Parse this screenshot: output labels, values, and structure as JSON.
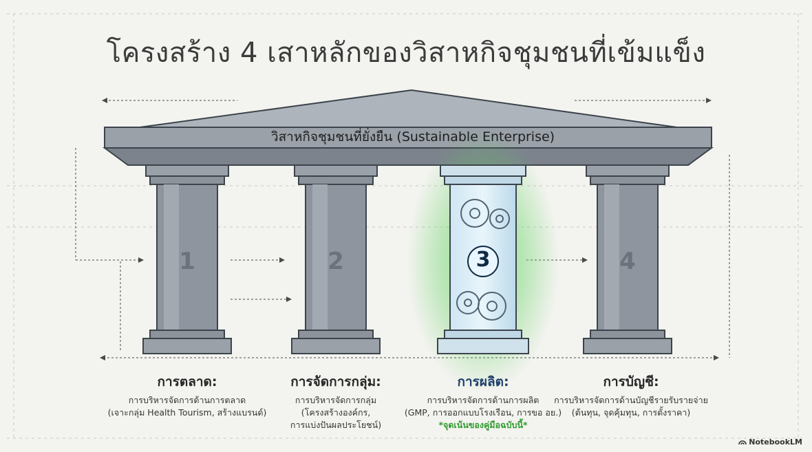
{
  "title": "โครงสร้าง 4 เสาหลักของวิสาหกิจชุมชนที่เข้มแข็ง",
  "pediment_label": "วิสาหกิจชุมชนที่ยั่งยืน (Sustainable Enterprise)",
  "pillars": [
    {
      "number": "1",
      "heading": "การตลาด:",
      "lines": [
        "การบริหารจัดการด้านการตลาด",
        "(เจาะกลุ่ม Health Tourism, สร้างแบรนด์)"
      ],
      "note": ""
    },
    {
      "number": "2",
      "heading": "การจัดการกลุ่ม:",
      "lines": [
        "การบริหารจัดการกลุ่ม",
        "(โครงสร้างองค์กร,",
        "การแบ่งปันผลประโยชน์)"
      ],
      "note": ""
    },
    {
      "number": "3",
      "heading": "การผลิต:",
      "lines": [
        "การบริหารจัดการด้านการผลิต",
        "(GMP, การออกแบบโรงเรือน, การขอ อย.)"
      ],
      "note": "*จุดเน้นของคู่มือฉบับนี้*",
      "highlighted": true
    },
    {
      "number": "4",
      "heading": "การบัญชี:",
      "lines": [
        "การบริหารจัดการด้านบัญชีรายรับรายจ่าย",
        "(ต้นทุน, จุดคุ้มทุน, การตั้งราคา)"
      ],
      "note": ""
    }
  ],
  "colors": {
    "stone": "#8e959e",
    "stone_dark": "#6c737c",
    "outline": "#3c434b",
    "highlight_glow": "#5fd35f",
    "highlight_text": "#1f3e6b",
    "note_green": "#2f9a2f"
  },
  "brand": {
    "logo_icon": "notebooklm-icon",
    "label": "NotebookLM"
  }
}
